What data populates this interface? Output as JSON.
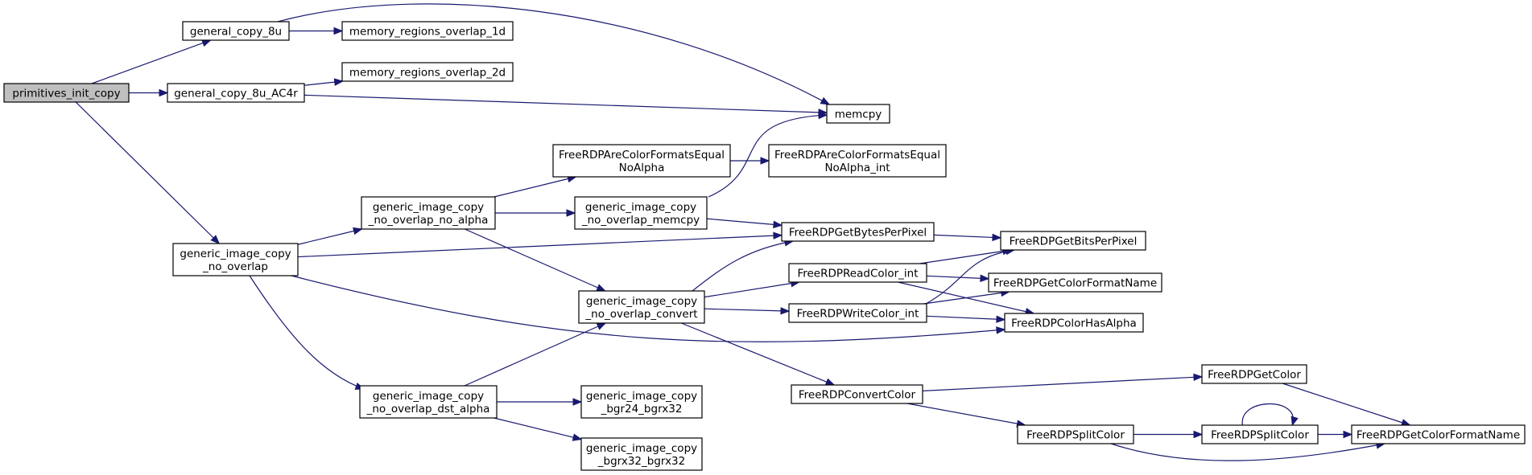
{
  "graph": {
    "nodes": [
      {
        "id": "primitives_init_copy",
        "lines": [
          "primitives_init_copy"
        ],
        "root": true
      },
      {
        "id": "general_copy_8u",
        "lines": [
          "general_copy_8u"
        ]
      },
      {
        "id": "memory_regions_overlap_1d",
        "lines": [
          "memory_regions_overlap_1d"
        ]
      },
      {
        "id": "general_copy_8u_AC4r",
        "lines": [
          "general_copy_8u_AC4r"
        ]
      },
      {
        "id": "memory_regions_overlap_2d",
        "lines": [
          "memory_regions_overlap_2d"
        ]
      },
      {
        "id": "memcpy",
        "lines": [
          "memcpy"
        ]
      },
      {
        "id": "generic_image_copy_no_overlap",
        "lines": [
          "generic_image_copy",
          "_no_overlap"
        ]
      },
      {
        "id": "generic_image_copy_no_overlap_no_alpha",
        "lines": [
          "generic_image_copy",
          "_no_overlap_no_alpha"
        ]
      },
      {
        "id": "FreeRDPAreColorFormatsEqualNoAlpha",
        "lines": [
          "FreeRDPAreColorFormatsEqual",
          "NoAlpha"
        ]
      },
      {
        "id": "FreeRDPAreColorFormatsEqualNoAlpha_int",
        "lines": [
          "FreeRDPAreColorFormatsEqual",
          "NoAlpha_int"
        ]
      },
      {
        "id": "generic_image_copy_no_overlap_memcpy",
        "lines": [
          "generic_image_copy",
          "_no_overlap_memcpy"
        ]
      },
      {
        "id": "FreeRDPGetBytesPerPixel",
        "lines": [
          "FreeRDPGetBytesPerPixel"
        ]
      },
      {
        "id": "FreeRDPGetBitsPerPixel",
        "lines": [
          "FreeRDPGetBitsPerPixel"
        ]
      },
      {
        "id": "generic_image_copy_no_overlap_convert",
        "lines": [
          "generic_image_copy",
          "_no_overlap_convert"
        ]
      },
      {
        "id": "FreeRDPReadColor_int",
        "lines": [
          "FreeRDPReadColor_int"
        ]
      },
      {
        "id": "FreeRDPGetColorFormatName_1",
        "lines": [
          "FreeRDPGetColorFormatName"
        ]
      },
      {
        "id": "FreeRDPWriteColor_int",
        "lines": [
          "FreeRDPWriteColor_int"
        ]
      },
      {
        "id": "FreeRDPColorHasAlpha",
        "lines": [
          "FreeRDPColorHasAlpha"
        ]
      },
      {
        "id": "FreeRDPConvertColor",
        "lines": [
          "FreeRDPConvertColor"
        ]
      },
      {
        "id": "FreeRDPGetColor",
        "lines": [
          "FreeRDPGetColor"
        ]
      },
      {
        "id": "FreeRDPSplitColor_1",
        "lines": [
          "FreeRDPSplitColor"
        ]
      },
      {
        "id": "FreeRDPSplitColor_2",
        "lines": [
          "FreeRDPSplitColor"
        ]
      },
      {
        "id": "FreeRDPGetColorFormatName_2",
        "lines": [
          "FreeRDPGetColorFormatName"
        ]
      },
      {
        "id": "generic_image_copy_no_overlap_dst_alpha",
        "lines": [
          "generic_image_copy",
          "_no_overlap_dst_alpha"
        ]
      },
      {
        "id": "generic_image_copy_bgr24_bgrx32",
        "lines": [
          "generic_image_copy",
          "_bgr24_bgrx32"
        ]
      },
      {
        "id": "generic_image_copy_bgrx32_bgrx32",
        "lines": [
          "generic_image_copy",
          "_bgrx32_bgrx32"
        ]
      }
    ],
    "edges": [
      {
        "from": "primitives_init_copy",
        "to": "general_copy_8u"
      },
      {
        "from": "primitives_init_copy",
        "to": "general_copy_8u_AC4r"
      },
      {
        "from": "primitives_init_copy",
        "to": "generic_image_copy_no_overlap"
      },
      {
        "from": "general_copy_8u",
        "to": "memory_regions_overlap_1d"
      },
      {
        "from": "general_copy_8u",
        "to": "memcpy"
      },
      {
        "from": "general_copy_8u_AC4r",
        "to": "memory_regions_overlap_2d"
      },
      {
        "from": "general_copy_8u_AC4r",
        "to": "memcpy"
      },
      {
        "from": "generic_image_copy_no_overlap",
        "to": "generic_image_copy_no_overlap_no_alpha"
      },
      {
        "from": "generic_image_copy_no_overlap",
        "to": "FreeRDPGetBytesPerPixel"
      },
      {
        "from": "generic_image_copy_no_overlap",
        "to": "FreeRDPColorHasAlpha"
      },
      {
        "from": "generic_image_copy_no_overlap",
        "to": "generic_image_copy_no_overlap_dst_alpha"
      },
      {
        "from": "generic_image_copy_no_overlap_no_alpha",
        "to": "FreeRDPAreColorFormatsEqualNoAlpha"
      },
      {
        "from": "generic_image_copy_no_overlap_no_alpha",
        "to": "generic_image_copy_no_overlap_memcpy"
      },
      {
        "from": "generic_image_copy_no_overlap_no_alpha",
        "to": "generic_image_copy_no_overlap_convert"
      },
      {
        "from": "FreeRDPAreColorFormatsEqualNoAlpha",
        "to": "FreeRDPAreColorFormatsEqualNoAlpha_int"
      },
      {
        "from": "generic_image_copy_no_overlap_memcpy",
        "to": "memcpy"
      },
      {
        "from": "generic_image_copy_no_overlap_memcpy",
        "to": "FreeRDPGetBytesPerPixel"
      },
      {
        "from": "FreeRDPGetBytesPerPixel",
        "to": "FreeRDPGetBitsPerPixel"
      },
      {
        "from": "generic_image_copy_no_overlap_convert",
        "to": "FreeRDPGetBytesPerPixel"
      },
      {
        "from": "generic_image_copy_no_overlap_convert",
        "to": "FreeRDPReadColor_int"
      },
      {
        "from": "generic_image_copy_no_overlap_convert",
        "to": "FreeRDPWriteColor_int"
      },
      {
        "from": "generic_image_copy_no_overlap_convert",
        "to": "FreeRDPConvertColor"
      },
      {
        "from": "FreeRDPReadColor_int",
        "to": "FreeRDPGetBitsPerPixel"
      },
      {
        "from": "FreeRDPReadColor_int",
        "to": "FreeRDPGetColorFormatName_1"
      },
      {
        "from": "FreeRDPReadColor_int",
        "to": "FreeRDPColorHasAlpha"
      },
      {
        "from": "FreeRDPWriteColor_int",
        "to": "FreeRDPGetBitsPerPixel"
      },
      {
        "from": "FreeRDPWriteColor_int",
        "to": "FreeRDPGetColorFormatName_1"
      },
      {
        "from": "FreeRDPWriteColor_int",
        "to": "FreeRDPColorHasAlpha"
      },
      {
        "from": "FreeRDPConvertColor",
        "to": "FreeRDPGetColor"
      },
      {
        "from": "FreeRDPConvertColor",
        "to": "FreeRDPSplitColor_1"
      },
      {
        "from": "FreeRDPGetColor",
        "to": "FreeRDPGetColorFormatName_2"
      },
      {
        "from": "FreeRDPSplitColor_1",
        "to": "FreeRDPSplitColor_2"
      },
      {
        "from": "FreeRDPSplitColor_1",
        "to": "FreeRDPGetColorFormatName_2"
      },
      {
        "from": "FreeRDPSplitColor_2",
        "to": "FreeRDPSplitColor_2"
      },
      {
        "from": "FreeRDPSplitColor_2",
        "to": "FreeRDPGetColorFormatName_2"
      },
      {
        "from": "generic_image_copy_no_overlap_dst_alpha",
        "to": "generic_image_copy_no_overlap_convert"
      },
      {
        "from": "generic_image_copy_no_overlap_dst_alpha",
        "to": "generic_image_copy_bgr24_bgrx32"
      },
      {
        "from": "generic_image_copy_no_overlap_dst_alpha",
        "to": "generic_image_copy_bgrx32_bgrx32"
      }
    ]
  },
  "colors": {
    "edge": "#191970",
    "root_fill": "#bfbfbf",
    "node_fill": "#ffffff",
    "node_stroke": "#000000"
  }
}
